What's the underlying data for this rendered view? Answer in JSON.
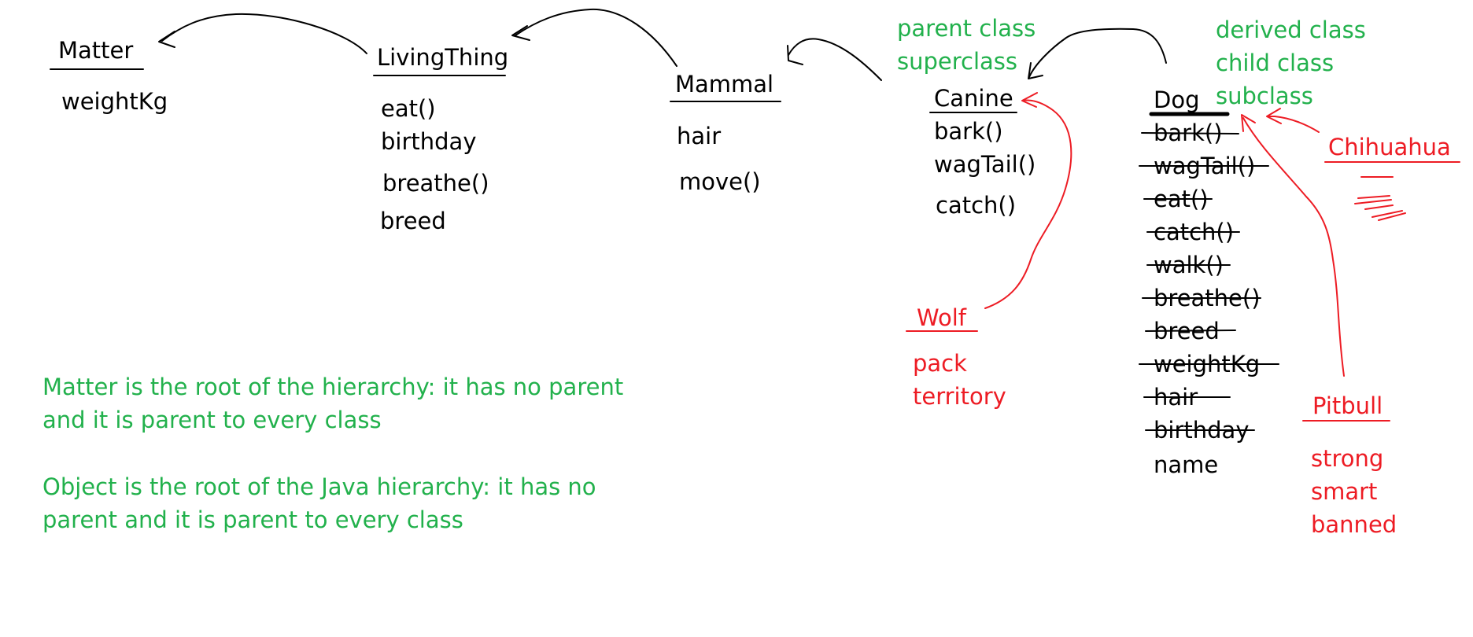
{
  "colors": {
    "ink": "#000000",
    "green": "#22b14c",
    "red": "#ed1c24",
    "background": "#ffffff"
  },
  "classes": {
    "matter": {
      "name": "Matter",
      "members": [
        "weightKg"
      ]
    },
    "livingthing": {
      "name": "LivingThing",
      "members": [
        "eat()",
        "birthday",
        "breathe()",
        "breed"
      ]
    },
    "mammal": {
      "name": "Mammal",
      "members": [
        "hair",
        "move()"
      ]
    },
    "canine": {
      "name": "Canine",
      "members": [
        "bark()",
        "wagTail()",
        "catch()"
      ]
    },
    "dog": {
      "name": "Dog",
      "struck_members": [
        "bark()",
        "wagTail()",
        "eat()",
        "catch()",
        "walk()",
        "breathe()",
        "breed",
        "weightKg",
        "hair",
        "birthday"
      ],
      "members": [
        "name"
      ]
    },
    "wolf": {
      "name": "Wolf",
      "members": [
        "pack",
        "territory"
      ]
    },
    "chihuahua": {
      "name": "Chihuahua"
    },
    "pitbull": {
      "name": "Pitbull",
      "members": [
        "strong",
        "smart",
        "banned"
      ]
    }
  },
  "labels": {
    "parent": [
      "parent class",
      "superclass"
    ],
    "child": [
      "derived class",
      "child class",
      "subclass"
    ]
  },
  "notes": {
    "matter_line1": "Matter is the root of the hierarchy: it has no parent",
    "matter_line2": "and it is parent to every class",
    "object_line1": "Object is the root of the Java hierarchy: it has no",
    "object_line2": "parent and it is parent to every class"
  }
}
